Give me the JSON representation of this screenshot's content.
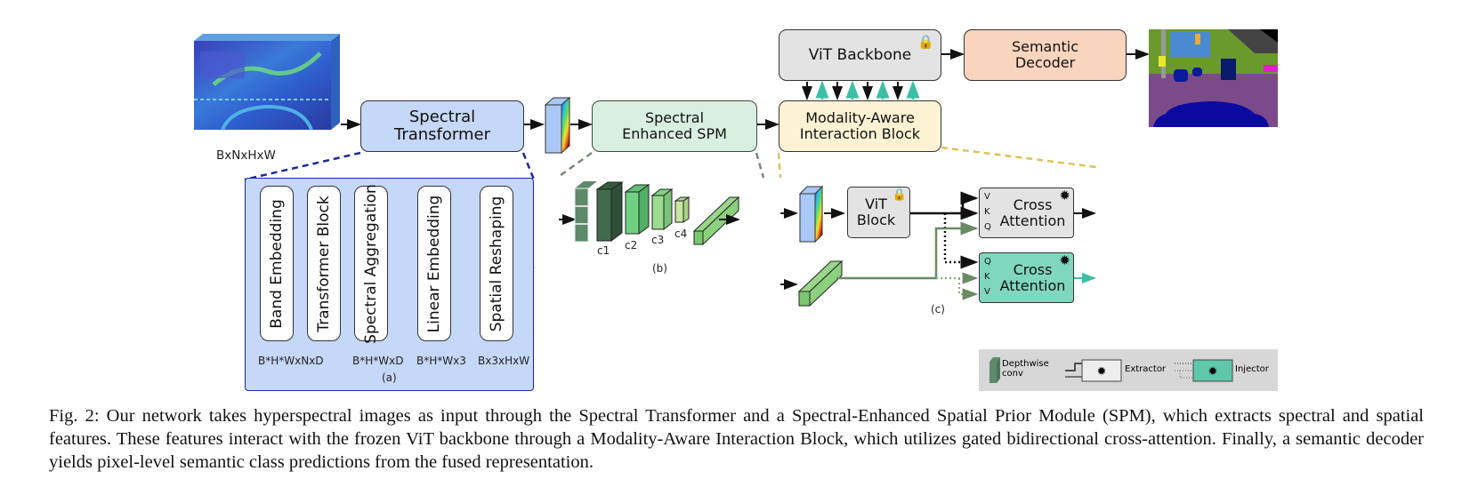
{
  "figure": {
    "input_label": "BxNxHxW",
    "spectral_transformer": "Spectral Transformer",
    "spectral_spm": "Spectral Enhanced SPM",
    "vit_backbone": "ViT Backbone",
    "semantic_decoder": "Semantic Decoder",
    "interaction_block": "Modality-Aware Interaction Block",
    "panel_a": {
      "label": "(a)",
      "blocks": [
        "Band Embedding",
        "Transformer Block",
        "Spectral Aggregation",
        "Linear Embedding",
        "Spatial Reshaping"
      ],
      "shapes": [
        "B*H*WxNxD",
        "B*H*WxD",
        "B*H*Wx3",
        "Bx3xHxW"
      ]
    },
    "panel_b": {
      "label": "(b)",
      "stages": [
        "c1",
        "c2",
        "c3",
        "c4"
      ]
    },
    "panel_c": {
      "label": "(c)",
      "vit_block": "ViT Block",
      "extractor": {
        "title": "Cross Attention",
        "ports": [
          "V",
          "K",
          "Q"
        ]
      },
      "injector": {
        "title": "Cross Attention",
        "ports": [
          "Q",
          "K",
          "V"
        ]
      }
    },
    "legend": {
      "depthwise": "Depthwise conv",
      "extractor": "Extractor",
      "injector": "Injector"
    }
  },
  "caption": "Fig. 2: Our network takes hyperspectral images as input through the Spectral Transformer and a Spectral-Enhanced Spatial Prior Module (SPM), which extracts spectral and spatial features. These features interact with the frozen ViT backbone through a Modality-Aware Interaction Block, which utilizes gated bidirectional cross-attention. Finally, a semantic decoder yields pixel-level semantic class predictions from the fused representation.",
  "colors": {
    "transformer_blue": "#c5d8f7",
    "spm_green": "#d9f0e1",
    "backbone_gray": "#e3e3e3",
    "decoder_peach": "#f9d5bd",
    "interaction_yellow": "#fdf3d4",
    "injector_teal": "#7fd8bd",
    "teal_arrow": "#3dbfa6"
  }
}
